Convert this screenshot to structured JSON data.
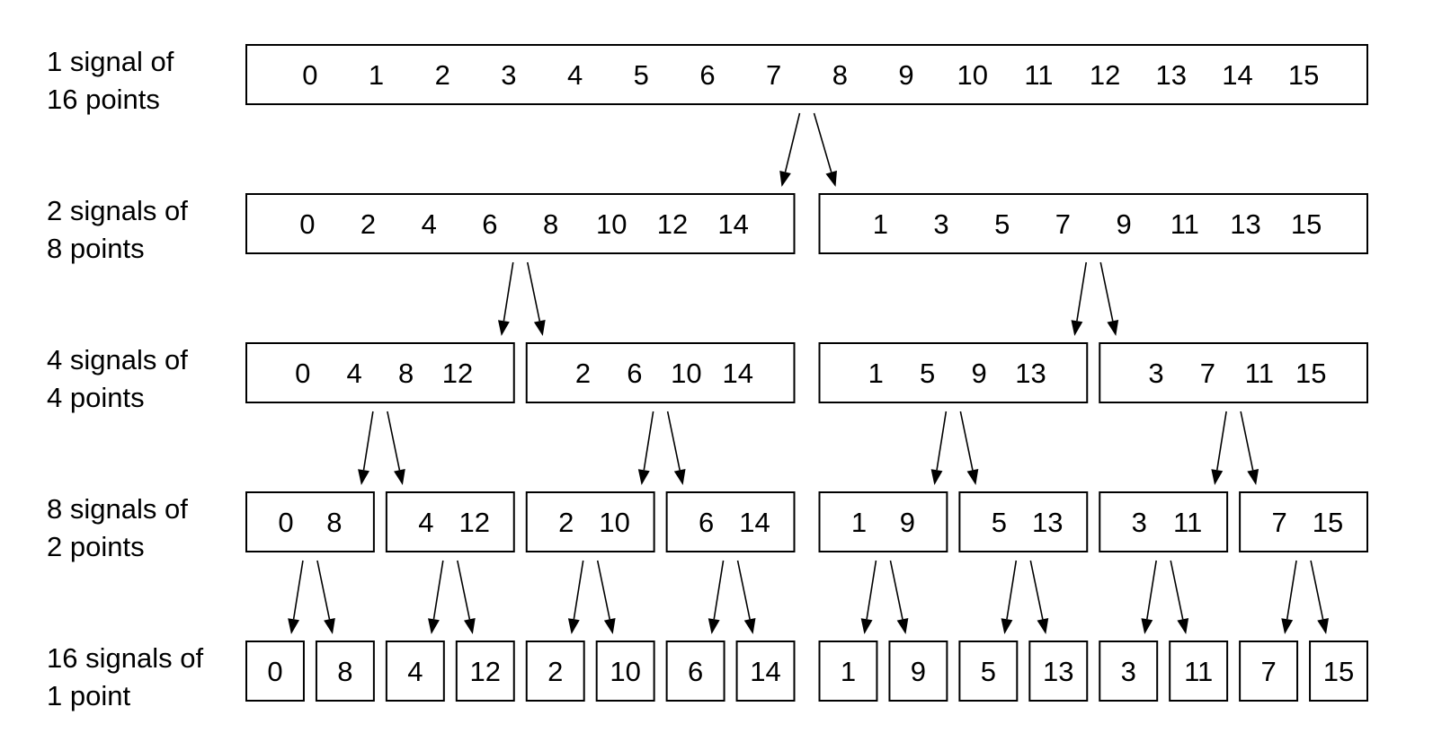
{
  "rows": [
    {
      "label": "1 signal of\n16 points",
      "signals": [
        [
          0,
          1,
          2,
          3,
          4,
          5,
          6,
          7,
          8,
          9,
          10,
          11,
          12,
          13,
          14,
          15
        ]
      ]
    },
    {
      "label": "2 signals of\n8 points",
      "signals": [
        [
          0,
          2,
          4,
          6,
          8,
          10,
          12,
          14
        ],
        [
          1,
          3,
          5,
          7,
          9,
          11,
          13,
          15
        ]
      ]
    },
    {
      "label": "4 signals of\n4 points",
      "signals": [
        [
          0,
          4,
          8,
          12
        ],
        [
          2,
          6,
          10,
          14
        ],
        [
          1,
          5,
          9,
          13
        ],
        [
          3,
          7,
          11,
          15
        ]
      ]
    },
    {
      "label": "8 signals of\n2 points",
      "signals": [
        [
          0,
          8
        ],
        [
          4,
          12
        ],
        [
          2,
          10
        ],
        [
          6,
          14
        ],
        [
          1,
          9
        ],
        [
          5,
          13
        ],
        [
          3,
          11
        ],
        [
          7,
          15
        ]
      ]
    },
    {
      "label": "16 signals of\n1 point",
      "signals": [
        [
          0
        ],
        [
          8
        ],
        [
          4
        ],
        [
          12
        ],
        [
          2
        ],
        [
          10
        ],
        [
          6
        ],
        [
          14
        ],
        [
          1
        ],
        [
          9
        ],
        [
          5
        ],
        [
          13
        ],
        [
          3
        ],
        [
          11
        ],
        [
          7
        ],
        [
          15
        ]
      ]
    }
  ]
}
